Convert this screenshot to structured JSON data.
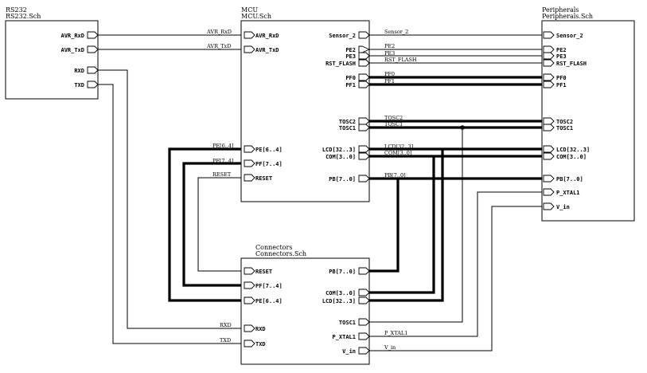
{
  "blocks": {
    "rs232": {
      "name": "RS232",
      "file": "RS232.Sch",
      "pins": {
        "avr_rxd": "AVR_RxD",
        "avr_txd": "AVR_TxD",
        "rxd": "RXD",
        "txd": "TXD"
      }
    },
    "mcu": {
      "name": "MCU",
      "file": "MCU.Sch",
      "pins_left": {
        "avr_rxd": "AVR_RxD",
        "avr_txd": "AVR_TxD",
        "pe": "PE[6..4]",
        "pf": "PF[7..4]",
        "reset": "RESET"
      },
      "pins_right": {
        "sensor2": "Sensor_2",
        "pe2": "PE2",
        "pe3": "PE3",
        "rst_flash": "RST_FLASH",
        "pf0": "PF0",
        "pf1": "PF1",
        "tosc2": "TOSC2",
        "tosc1": "TOSC1",
        "lcd": "LCD[32..3]",
        "com": "COM[3..0]",
        "pb": "PB[7..0]"
      }
    },
    "peripherals": {
      "name": "Peripherals",
      "file": "Peripherals.Sch",
      "pins": {
        "sensor2": "Sensor_2",
        "pe2": "PE2",
        "pe3": "PE3",
        "rst_flash": "RST_FLASH",
        "pf0": "PF0",
        "pf1": "PF1",
        "tosc2": "TOSC2",
        "tosc1": "TOSC1",
        "lcd": "LCD[32..3]",
        "com": "COM[3..0]",
        "pb": "PB[7..0]",
        "p_xtal1": "P_XTAL1",
        "v_in": "V_in"
      }
    },
    "connectors": {
      "name": "Connectors",
      "file": "Connectors.Sch",
      "pins_left": {
        "reset": "RESET",
        "pf": "PF[7..4]",
        "pe": "PE[6..4]",
        "rxd": "RXD",
        "txd": "TXD"
      },
      "pins_right": {
        "pb": "PB[7..0]",
        "com": "COM[3..0]",
        "lcd": "LCD[32..3]",
        "tosc1": "TOSC1",
        "p_xtal1": "P_XTAL1",
        "v_in": "V_in"
      }
    }
  },
  "net_labels": {
    "avr_rxd": "AVR_RxD",
    "avr_txd": "AVR_TxD",
    "sensor2": "Sensor_2",
    "pe2": "PE2",
    "pe3": "PE3",
    "rst_flash": "RST_FLASH",
    "pf0": "PF0",
    "pf1": "PF1",
    "tosc2": "TOSC2",
    "tosc1": "TOSC1",
    "lcd": "LCD[32..3]",
    "com": "COM[3..0]",
    "pb": "PB[7..0]",
    "pe": "PE[6..4]",
    "pf": "PF[7..4]",
    "reset": "RESET",
    "rxd": "RXD",
    "txd": "TXD",
    "p_xtal1": "P_XTAL1",
    "v_in": "V_in"
  }
}
